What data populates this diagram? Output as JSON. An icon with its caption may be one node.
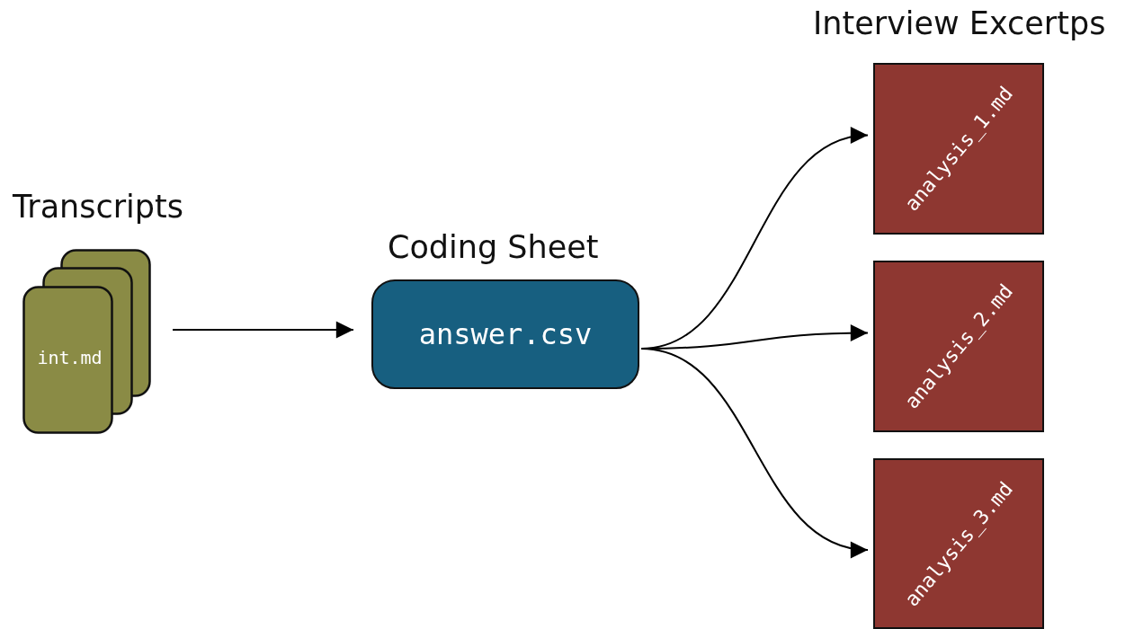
{
  "diagram": {
    "nodes": [
      {
        "text": [
          "Transcripts",
          "int.md"
        ]
      },
      {
        "text": [
          "Coding Sheet",
          "answer.csv"
        ]
      },
      {
        "text": [
          "analysis_1.md"
        ]
      },
      {
        "text": [
          "analysis_2.md"
        ]
      },
      {
        "text": [
          "analysis_3.md"
        ]
      }
    ],
    "edges": [
      {
        "from": 0,
        "to": 1,
        "arrow": "to"
      },
      {
        "from": 1,
        "to": 2,
        "arrow": "to"
      },
      {
        "from": 1,
        "to": 3,
        "arrow": "to"
      },
      {
        "from": 1,
        "to": 4,
        "arrow": "to"
      }
    ],
    "labels": [
      "Interview Excertps"
    ]
  }
}
